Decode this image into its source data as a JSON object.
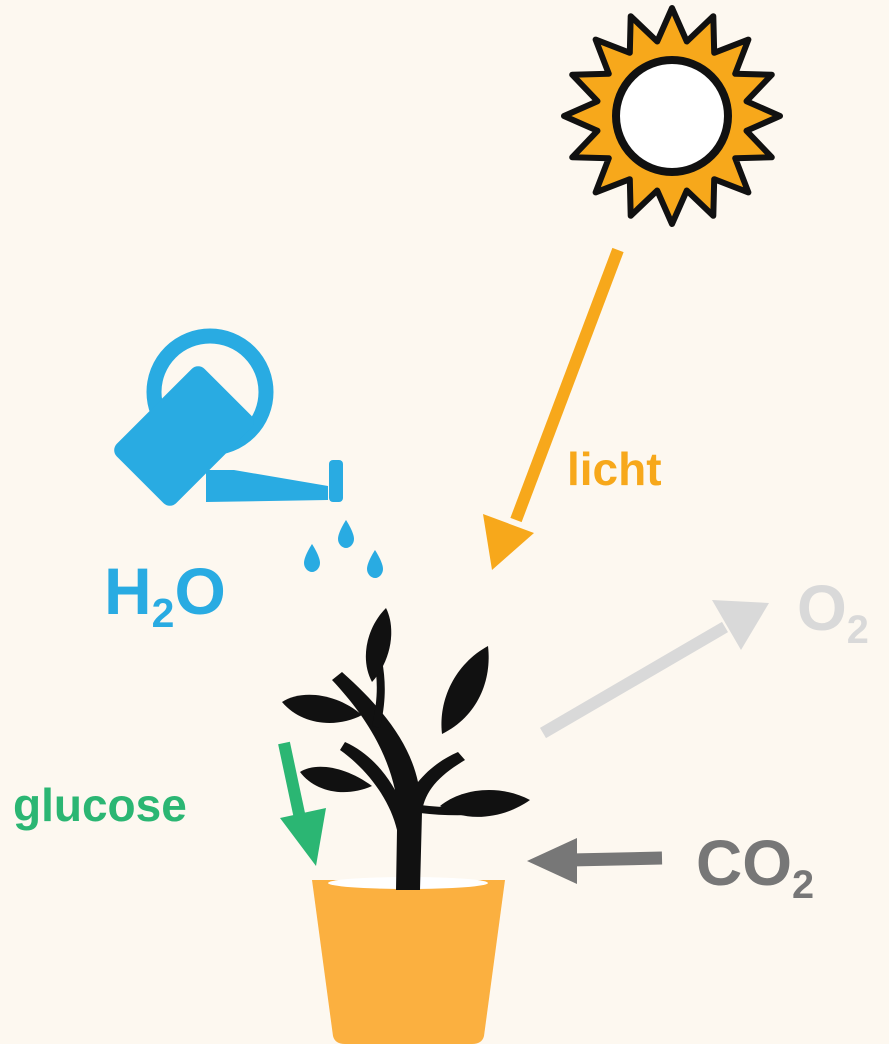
{
  "colors": {
    "background": "#fdf8f0",
    "light": "#f7a81b",
    "water": "#29abe2",
    "oxygen": "#d9d9d9",
    "glucose": "#2bb673",
    "co2": "#777777",
    "pot": "#fbb040",
    "plant": "#111111",
    "sun_rays": "#f7a81b"
  },
  "labels": {
    "light": "licht",
    "water_main": "H",
    "water_sub": "2",
    "water_tail": "O",
    "oxygen_main": "O",
    "oxygen_sub": "2",
    "glucose": "glucose",
    "co2_main": "CO",
    "co2_sub": "2"
  },
  "icons": {
    "sun": "sun-icon",
    "watering_can": "watering-can-icon",
    "water_drops": "water-drop-icon",
    "plant": "plant-icon",
    "pot": "flower-pot-icon"
  }
}
